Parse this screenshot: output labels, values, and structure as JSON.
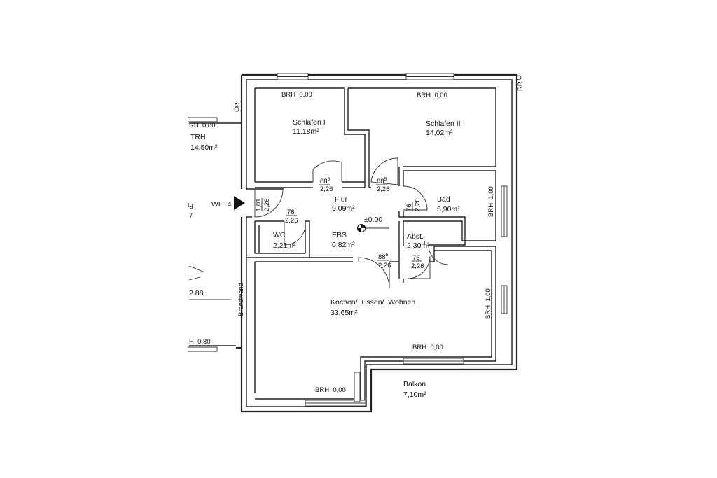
{
  "rooms": {
    "schlafen1": {
      "name": "Schlafen I",
      "area": "11,18m²"
    },
    "schlafen2": {
      "name": "Schlafen II",
      "area": "14,02m²"
    },
    "flur": {
      "name": "Flur",
      "area": "9,09m²"
    },
    "bad": {
      "name": "Bad",
      "area": "5,90m²"
    },
    "wc": {
      "name": "WC",
      "area": "2,21m²"
    },
    "ebs": {
      "name": "EBS",
      "area": "0,82m²"
    },
    "abst": {
      "name": "Abst.",
      "area": "2,30m²"
    },
    "kochen": {
      "name": "Kochen/  Essen/  Wohnen",
      "area": "33,65m²"
    },
    "balkon": {
      "name": "Balkon",
      "area": "7,10m²"
    }
  },
  "brh": {
    "schlafen1": "BRH  0,00",
    "schlafen2": "BRH  0,00",
    "kochen_top": "BRH  0,00",
    "kochen_bottom": "BRH  0,00",
    "bad_side": "BRH  1,00",
    "kochen_side": "BRH  1,00"
  },
  "doors": {
    "d1_w": "88",
    "d1_sup": "5",
    "d1_h": "2,26",
    "d2_w": "88",
    "d2_sup": "5",
    "d2_h": "2,26",
    "d3_w": "1,01",
    "d3_h": "2,26",
    "d4_w": "76",
    "d4_h": "2,26",
    "d5_w": "76",
    "d5_h": "2,26",
    "d6_w": "88",
    "d6_sup": "5",
    "d6_h": "2,26",
    "d7_w": "76",
    "d7_h": "2,26"
  },
  "misc": {
    "level": "±0.00",
    "unit": "WE  4",
    "rr_left": "RR",
    "rr_right": "RR",
    "brandwand": "Brandwand"
  },
  "neighbor": {
    "brh_top": "RH  0,80",
    "trh": "TRH",
    "area": "14,50m²",
    "tg": "tg",
    "seven": "7",
    "dim": "2.88",
    "brh_bottom": "H  0,80"
  }
}
